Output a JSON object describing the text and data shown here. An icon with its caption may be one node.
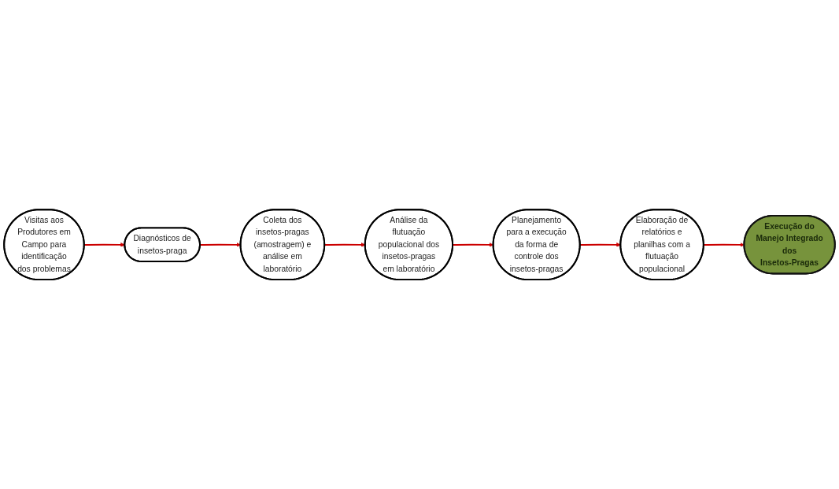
{
  "diagram": {
    "nodes": [
      {
        "text": [
          "Visitas aos Produtores em Campo para identificação dos problemas"
        ]
      },
      {
        "text": [
          "Diagnósticos de insetos-praga"
        ]
      },
      {
        "text": [
          "Coleta dos insetos-pragas (amostragem) e análise em laboratório"
        ]
      },
      {
        "text": [
          "Análise da flutuação populacional dos insetos-pragas em laboratório"
        ]
      },
      {
        "text": [
          "Planejamento para a execução da forma de controle dos insetos-pragas"
        ]
      },
      {
        "text": [
          "Elaboração de relatórios e planilhas com a flutuação populacional"
        ]
      },
      {
        "text": [
          "Execução do Manejo Integrado dos Insetos-Pragas"
        ]
      }
    ],
    "edges": [
      {
        "from": 0,
        "to": 1,
        "arrow": "to"
      },
      {
        "from": 1,
        "to": 2,
        "arrow": "to"
      },
      {
        "from": 2,
        "to": 3,
        "arrow": "to"
      },
      {
        "from": 3,
        "to": 4,
        "arrow": "to"
      },
      {
        "from": 4,
        "to": 5,
        "arrow": "to"
      },
      {
        "from": 5,
        "to": 6,
        "arrow": "to"
      }
    ]
  }
}
